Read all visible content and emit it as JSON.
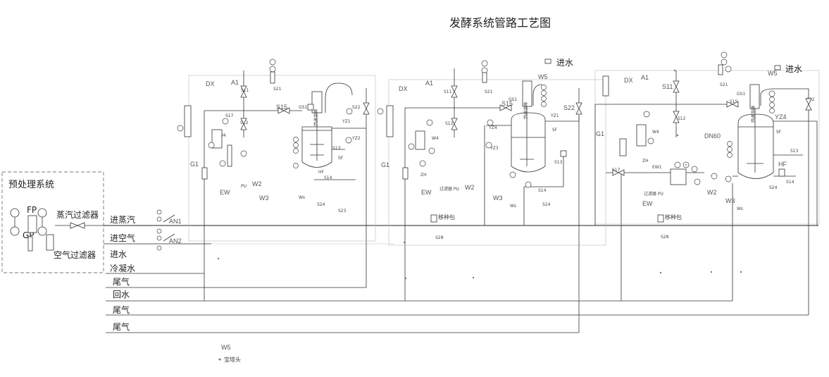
{
  "title": "发酵系统管路工艺图",
  "pretreatment": {
    "label": "预处理系统",
    "fp": "FP",
    "gp": "GP",
    "steam_filter": "蒸汽过滤器",
    "air_filter": "空气过滤器"
  },
  "mains": {
    "steam_in": "进蒸汽",
    "air_in": "进空气",
    "water_in": "进水",
    "cooling_water": "冷凝水",
    "exhaust_1": "尾气",
    "return_water": "回水",
    "exhaust_2": "尾气",
    "exhaust_3": "尾气",
    "an1": "AN1",
    "an2": "AN2"
  },
  "legend": {
    "w5": "W5",
    "pagoda": "宝塔头"
  },
  "unit1": {
    "dx": "DX",
    "a1": "A1",
    "s11": "S11",
    "s21": "S21",
    "s17": "S17",
    "s15": "S15",
    "gs1": "GS1",
    "s12": "S12",
    "s22": "S22",
    "yz1": "YZ1",
    "yz2": "YZ2",
    "w4": "W4",
    "g1": "G1",
    "s13": "S13",
    "sf": "SF",
    "hf": "HF",
    "s14": "S14",
    "ew": "EW",
    "pu": "PU",
    "w2": "W2",
    "w3": "W3",
    "ws": "Ws",
    "s24": "S24",
    "s23": "S23",
    "motor": "搅拌电机"
  },
  "unit2": {
    "water_in": "进水",
    "dx": "DX",
    "a1": "A1",
    "s11": "S11",
    "s21": "S21",
    "w5": "W5",
    "s15": "S15",
    "gs1": "GS1",
    "s22": "S22",
    "s12": "S12",
    "yz4": "YZ4",
    "yz1": "YZ1",
    "sf": "SF",
    "w4": "W4",
    "yz3": "YZ3",
    "g1": "G1",
    "s13": "S13",
    "zh": "ZH",
    "s14": "S14",
    "ew": "EW",
    "filter_pu": "过滤器 PU",
    "w2": "W2",
    "w3": "W3",
    "ws": "Ws",
    "s24": "S24",
    "transfer": "移种包",
    "s28": "S28",
    "motor": "搅拌电机"
  },
  "unit3": {
    "water_in": "进水",
    "dx": "DX",
    "a1": "A1",
    "s11": "S11",
    "s21": "S21",
    "w5": "W5",
    "gs1": "GS1",
    "s22": "S22",
    "s15": "S15",
    "s12": "S12",
    "w4": "W4",
    "dn60": "DN60",
    "yz4": "YZ4",
    "sf": "SF",
    "g1": "G1",
    "s13": "S13",
    "zh": "ZH",
    "hf": "HF",
    "s17": "S17",
    "ew1": "EW1",
    "s14": "S14",
    "filter_pu": "过滤器 PU",
    "w2": "W2",
    "w3": "W3",
    "ws": "Ws",
    "s24": "S24",
    "ew": "EW",
    "transfer": "移种包",
    "s28": "S28",
    "motor": "搅拌电机"
  }
}
